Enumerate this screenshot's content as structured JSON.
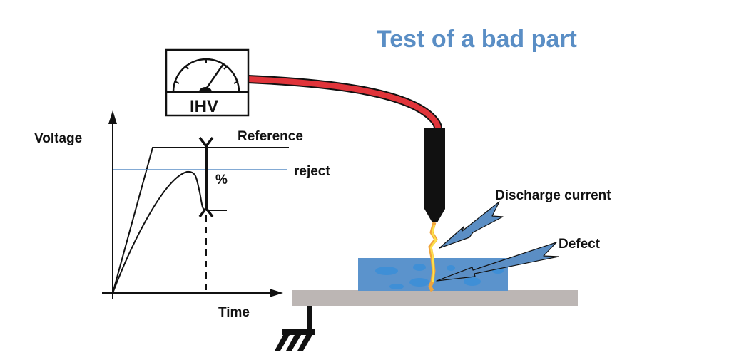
{
  "diagram": {
    "title": "Test of a bad part",
    "meter": {
      "label": "IHV"
    },
    "graph": {
      "y_axis_label": "Voltage",
      "x_axis_label": "Time",
      "reference_label": "Reference",
      "reject_label": "reject",
      "drop_label": "%"
    },
    "callouts": {
      "discharge": "Discharge current",
      "defect": "Defect"
    },
    "colors": {
      "title": "#5a8ec5",
      "cable": "#e0343a",
      "reject_line": "#5a8ec5",
      "insulation": "#5b93cc",
      "insulation_spots": "#3f8fd6",
      "base_plate": "#bcb6b4",
      "arc": "#f7c531",
      "callout_arrow": "#5b8ec4"
    }
  }
}
